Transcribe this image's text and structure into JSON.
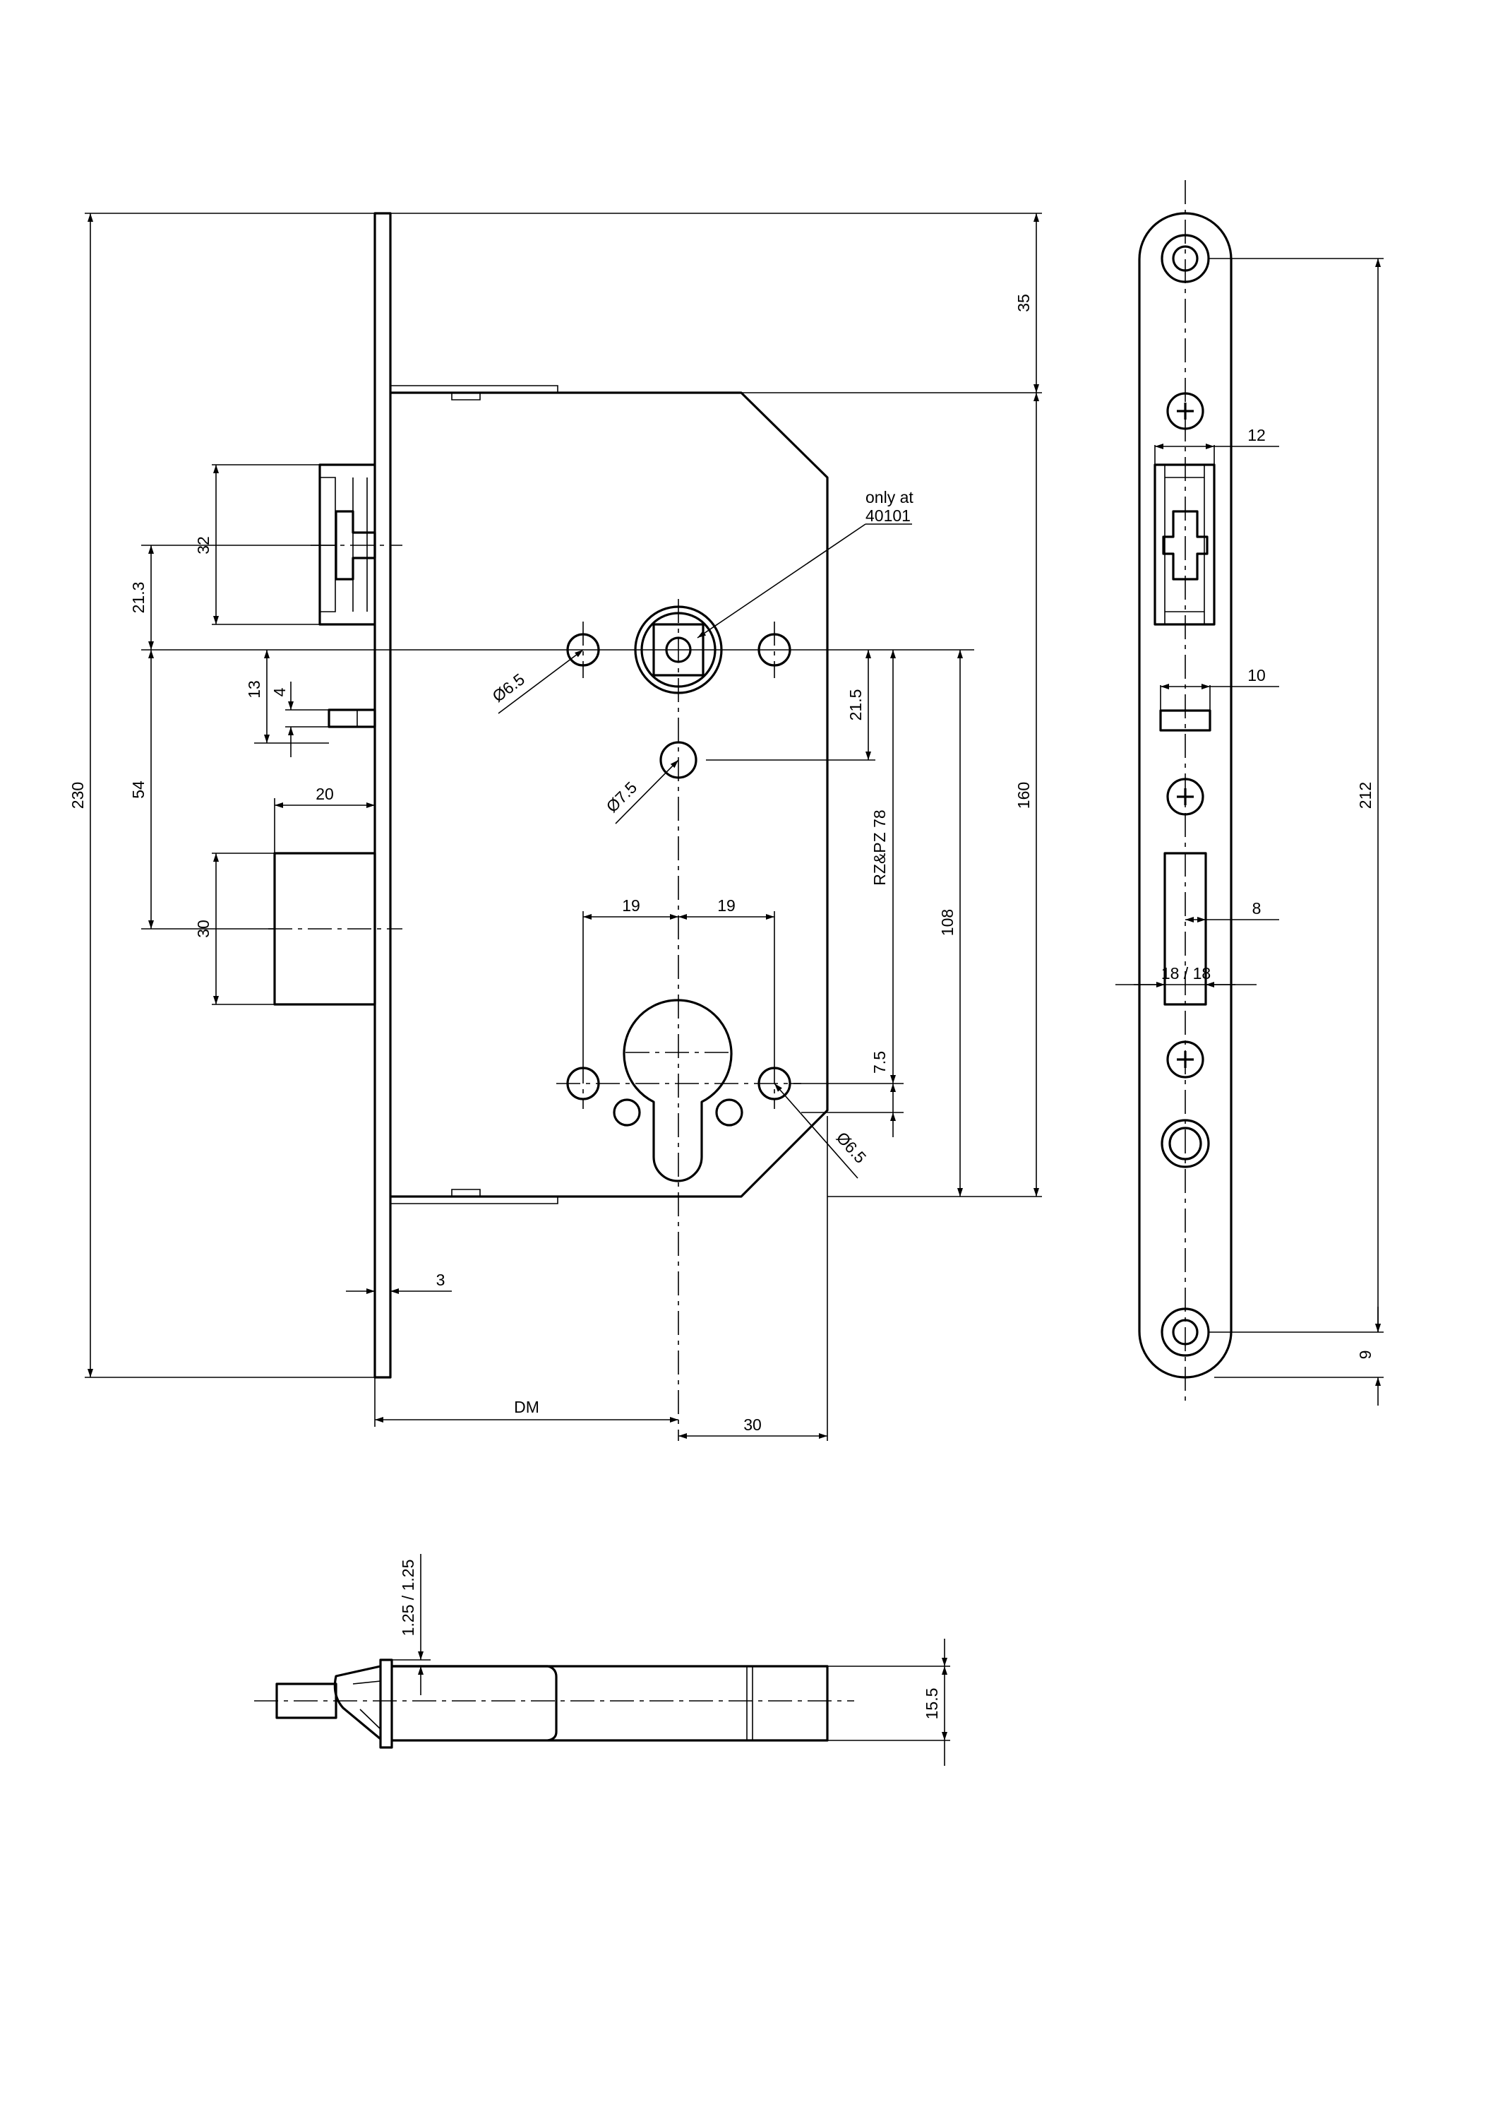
{
  "drawing": {
    "dimensions": {
      "total_height": "230",
      "top_offset": "35",
      "case_height": "160",
      "latch_height": "32",
      "latch_offset": "21.3",
      "deadbolt_offset": "54",
      "aux_latch_offset": "13",
      "aux_latch_width": "4",
      "bolt_throw": "20",
      "bolt_height": "30",
      "faceplate_thickness": "3",
      "backset": "DM",
      "case_depth": "30",
      "spindle_offset": "21.5",
      "cylinder_distance": "RZ&PZ 78",
      "fixing_distance": "108",
      "cyl_hole_left": "19",
      "cyl_hole_right": "19",
      "cyl_hole_offset": "7.5",
      "hole_top": "Ø6.5",
      "hole_mid": "Ø7.5",
      "hole_bottom": "Ø6.5"
    },
    "note": {
      "line1": "only at",
      "line2": "40101"
    },
    "front_view": {
      "latch_width": "12",
      "aux_width": "10",
      "bolt_width": "8",
      "bolt_range": "18 / 18",
      "screw_distance": "212",
      "end_offset": "9"
    },
    "top_view": {
      "tolerance": "1.25 / 1.25",
      "width": "15.5"
    }
  }
}
